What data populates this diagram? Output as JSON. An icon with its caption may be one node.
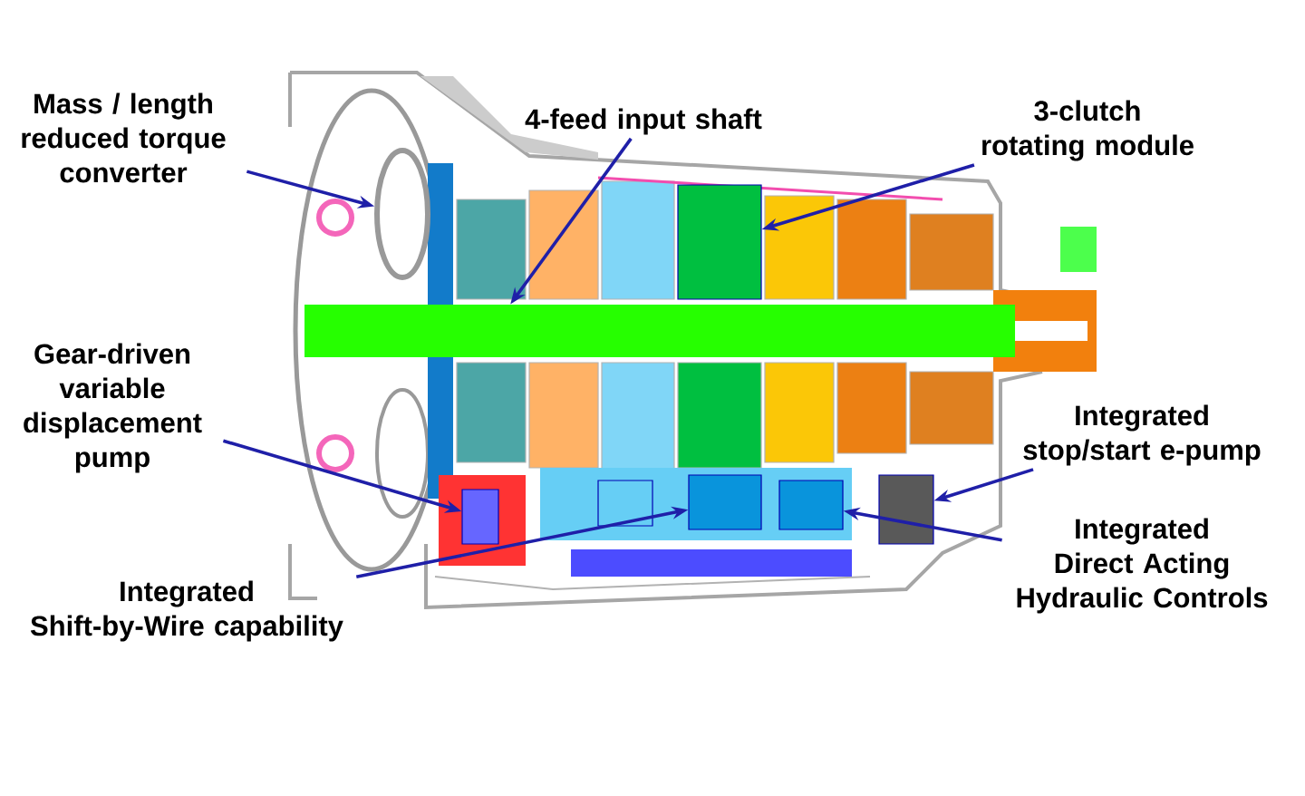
{
  "diagram": {
    "nodes": [
      {
        "text": [
          "Mass / length reduced torque converter"
        ]
      },
      {
        "text": [
          "4-feed input shaft"
        ]
      },
      {
        "text": [
          "3-clutch rotating module"
        ]
      },
      {
        "text": [
          "Gear-driven variable displacement pump"
        ]
      },
      {
        "text": [
          "Integrated stop/start e-pump"
        ]
      },
      {
        "text": [
          "Integrated Direct Acting Hydraulic Controls"
        ]
      },
      {
        "text": [
          "Integrated Shift-by-Wire capability"
        ]
      },
      {
        "text": [],
        "shape": "circle"
      },
      {
        "text": [],
        "shape": "box"
      },
      {
        "text": [],
        "shape": "bar"
      },
      {
        "text": [],
        "shape": "box"
      },
      {
        "text": [],
        "shape": "box"
      },
      {
        "text": [],
        "shape": "box"
      },
      {
        "text": [],
        "shape": "box"
      }
    ],
    "edges": [
      {
        "from": 0,
        "to": 7,
        "arrow": "to"
      },
      {
        "from": 1,
        "to": 9,
        "arrow": "to"
      },
      {
        "from": 2,
        "to": 10,
        "arrow": "to"
      },
      {
        "from": 3,
        "to": 8,
        "arrow": "to"
      },
      {
        "from": 4,
        "to": 13,
        "arrow": "to"
      },
      {
        "from": 5,
        "to": 12,
        "arrow": "to"
      },
      {
        "from": 6,
        "to": 11,
        "arrow": "to"
      }
    ]
  }
}
